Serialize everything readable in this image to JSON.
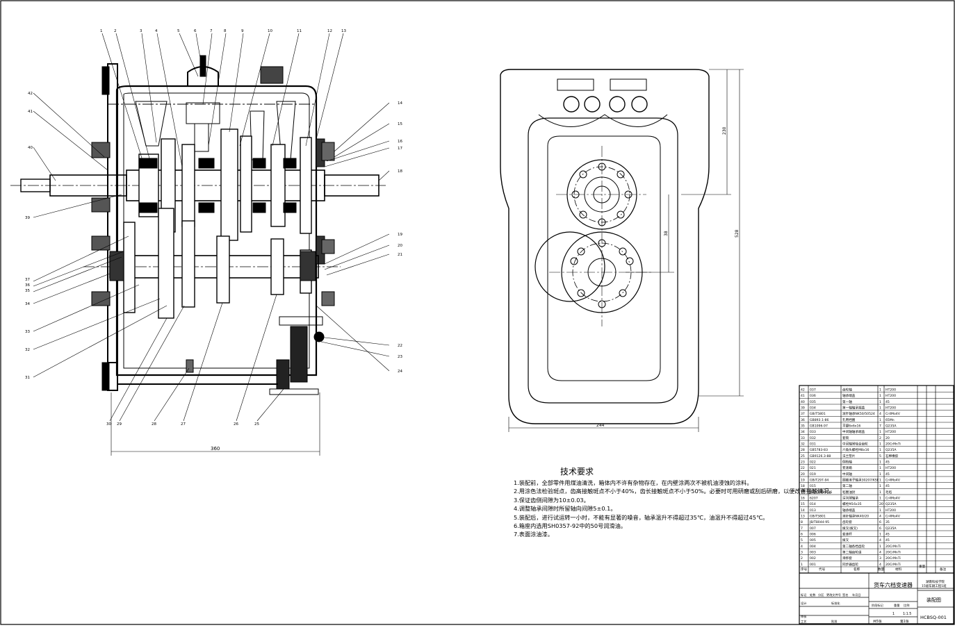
{
  "dimensions": {
    "overall_width": "360",
    "side_width": "244",
    "side_height": "528",
    "upper_height": "230",
    "center_distance": "38"
  },
  "leaders_top": [
    "1",
    "2",
    "3",
    "4",
    "5",
    "6",
    "7",
    "8",
    "9",
    "10",
    "11",
    "12",
    "13"
  ],
  "leaders_right": [
    "14",
    "15",
    "16",
    "17",
    "18",
    "19",
    "20",
    "21",
    "22",
    "23",
    "24"
  ],
  "leaders_left": [
    "42",
    "41",
    "40",
    "39",
    "37",
    "36",
    "35",
    "34",
    "33",
    "32",
    "31"
  ],
  "leaders_bottom": [
    "30",
    "29",
    "28",
    "27",
    "26",
    "25"
  ],
  "technical_requirements": {
    "title": "技术要求",
    "items": [
      "1.装配前，全部零件用煤油清洗，箱体内不许有杂物存在，在内壁涂两次不被机油浸蚀的涂料。",
      "2.用涂色法检验斑点，齿高接触斑点不小于40%，齿长接触斑点不小于50%。必要时可用研磨或刮后研磨，以便改善接触情况。",
      "3.保证齿侧间隙为10±0.03。",
      "4.调整轴承间隙时所留轴向间隙5±0.1。",
      "5.装配后，进行试运转一小时，不能有显著的噪音，轴承温升不得超过35℃，油温升不得超过45℃。",
      "6.箱座内选用SH0357-92中的50号润滑油。",
      "7.表面涂油漆。"
    ]
  },
  "bom": [
    {
      "no": "42",
      "code": "037",
      "name": "齿轮轴",
      "qty": "1",
      "mat": "HT200"
    },
    {
      "no": "41",
      "code": "036",
      "name": "轴承端盖",
      "qty": "1",
      "mat": "HT200"
    },
    {
      "no": "40",
      "code": "035",
      "name": "第一轴",
      "qty": "1",
      "mat": "45"
    },
    {
      "no": "39",
      "code": "034",
      "name": "第一轴轴承端盖",
      "qty": "1",
      "mat": "HT200"
    },
    {
      "no": "37",
      "code": "GB/T5801",
      "name": "滚针轴承NK50/50524",
      "qty": "4",
      "mat": "Cr4Mo4V"
    },
    {
      "no": "36",
      "code": "GB893.1-86",
      "name": "孔用挡圈",
      "qty": "1",
      "mat": "65Mn"
    },
    {
      "no": "35",
      "code": "GB1096-97",
      "name": "平键6x6x16",
      "qty": "7",
      "mat": "Q235A"
    },
    {
      "no": "34",
      "code": "033",
      "name": "中间轴轴承端盖",
      "qty": "1",
      "mat": "HT200"
    },
    {
      "no": "33",
      "code": "032",
      "name": "套筒",
      "qty": "2",
      "mat": "20"
    },
    {
      "no": "32",
      "code": "031",
      "name": "中间轴常啮合齿轮",
      "qty": "1",
      "mat": "20CrMnTi"
    },
    {
      "no": "28",
      "code": "GB5783-83",
      "name": "六角头螺栓M8x16",
      "qty": "1",
      "mat": "Q235A"
    },
    {
      "no": "25",
      "code": "GB9126.3-88",
      "name": "法兰垫片",
      "qty": "5",
      "mat": "石棉橡胶"
    },
    {
      "no": "23",
      "code": "022",
      "name": "倒档轴",
      "qty": "1",
      "mat": "45"
    },
    {
      "no": "22",
      "code": "021",
      "name": "变速箱",
      "qty": "1",
      "mat": "HT200"
    },
    {
      "no": "20",
      "code": "019",
      "name": "中间轴",
      "qty": "1",
      "mat": "45"
    },
    {
      "no": "19",
      "code": "GB/T297-94",
      "name": "圆锥滚子轴承30207/KSE",
      "qty": "1",
      "mat": "Cr4Mo4V"
    },
    {
      "no": "18",
      "code": "015",
      "name": "第二轴",
      "qty": "1",
      "mat": "45"
    },
    {
      "no": "17",
      "code": "JB/ZQ4606-86",
      "name": "毡圈油封",
      "qty": "1",
      "mat": "毛毡"
    },
    {
      "no": "16",
      "code": "6207",
      "name": "深沟球轴承",
      "qty": "1",
      "mat": "Cr4Mo4V"
    },
    {
      "no": "15",
      "code": "014",
      "name": "螺栓M16x35",
      "qty": "20",
      "mat": "Q235A"
    },
    {
      "no": "14",
      "code": "013",
      "name": "轴承端盖",
      "qty": "1",
      "mat": "HT200"
    },
    {
      "no": "13",
      "code": "GB/T5801",
      "name": "滚针轴承NK40/20",
      "qty": "4",
      "mat": "Cr4Mo4V"
    },
    {
      "no": "8",
      "code": "JB/T8044-95",
      "name": "齿轮套",
      "qty": "6",
      "mat": "35"
    },
    {
      "no": "7",
      "code": "007",
      "name": "拨叉(拨叉)",
      "qty": "6",
      "mat": "Q235A"
    },
    {
      "no": "6",
      "code": "006",
      "name": "变速杆",
      "qty": "1",
      "mat": "45"
    },
    {
      "no": "5",
      "code": "005",
      "name": "拨叉",
      "qty": "4",
      "mat": "45"
    },
    {
      "no": "4",
      "code": "004",
      "name": "第二轴各档齿轮",
      "qty": "1",
      "mat": "20CrMnTi"
    },
    {
      "no": "3",
      "code": "003",
      "name": "第二轴齿轮组",
      "qty": "4",
      "mat": "20CrMnTi"
    },
    {
      "no": "2",
      "code": "002",
      "name": "滑移套",
      "qty": "3",
      "mat": "20CrMnTi"
    },
    {
      "no": "1",
      "code": "001",
      "name": "同步器齿轮",
      "qty": "4",
      "mat": "20CrMnTi"
    }
  ],
  "bom_header": {
    "no": "序号",
    "code": "代号",
    "name": "名称",
    "qty": "数量",
    "mat": "材料",
    "unit_w": "单件",
    "total_w": "总计",
    "weight": "重量",
    "note": "备注"
  },
  "title_block": {
    "product": "货车六档变速器",
    "school": "湖南科技学院",
    "class": "15级车辆工程1班",
    "drawing_name": "装配图",
    "code": "HCBSQ-001",
    "scale": "1:1.5",
    "qty": "1",
    "sheets": "共5张",
    "sheet_no": "第1张",
    "labels": [
      "标记",
      "处数",
      "分区",
      "更改文件号",
      "签名",
      "年月日",
      "设计",
      "标准化",
      "审核",
      "工艺",
      "批准",
      "阶段标记",
      "重量",
      "比例"
    ]
  }
}
